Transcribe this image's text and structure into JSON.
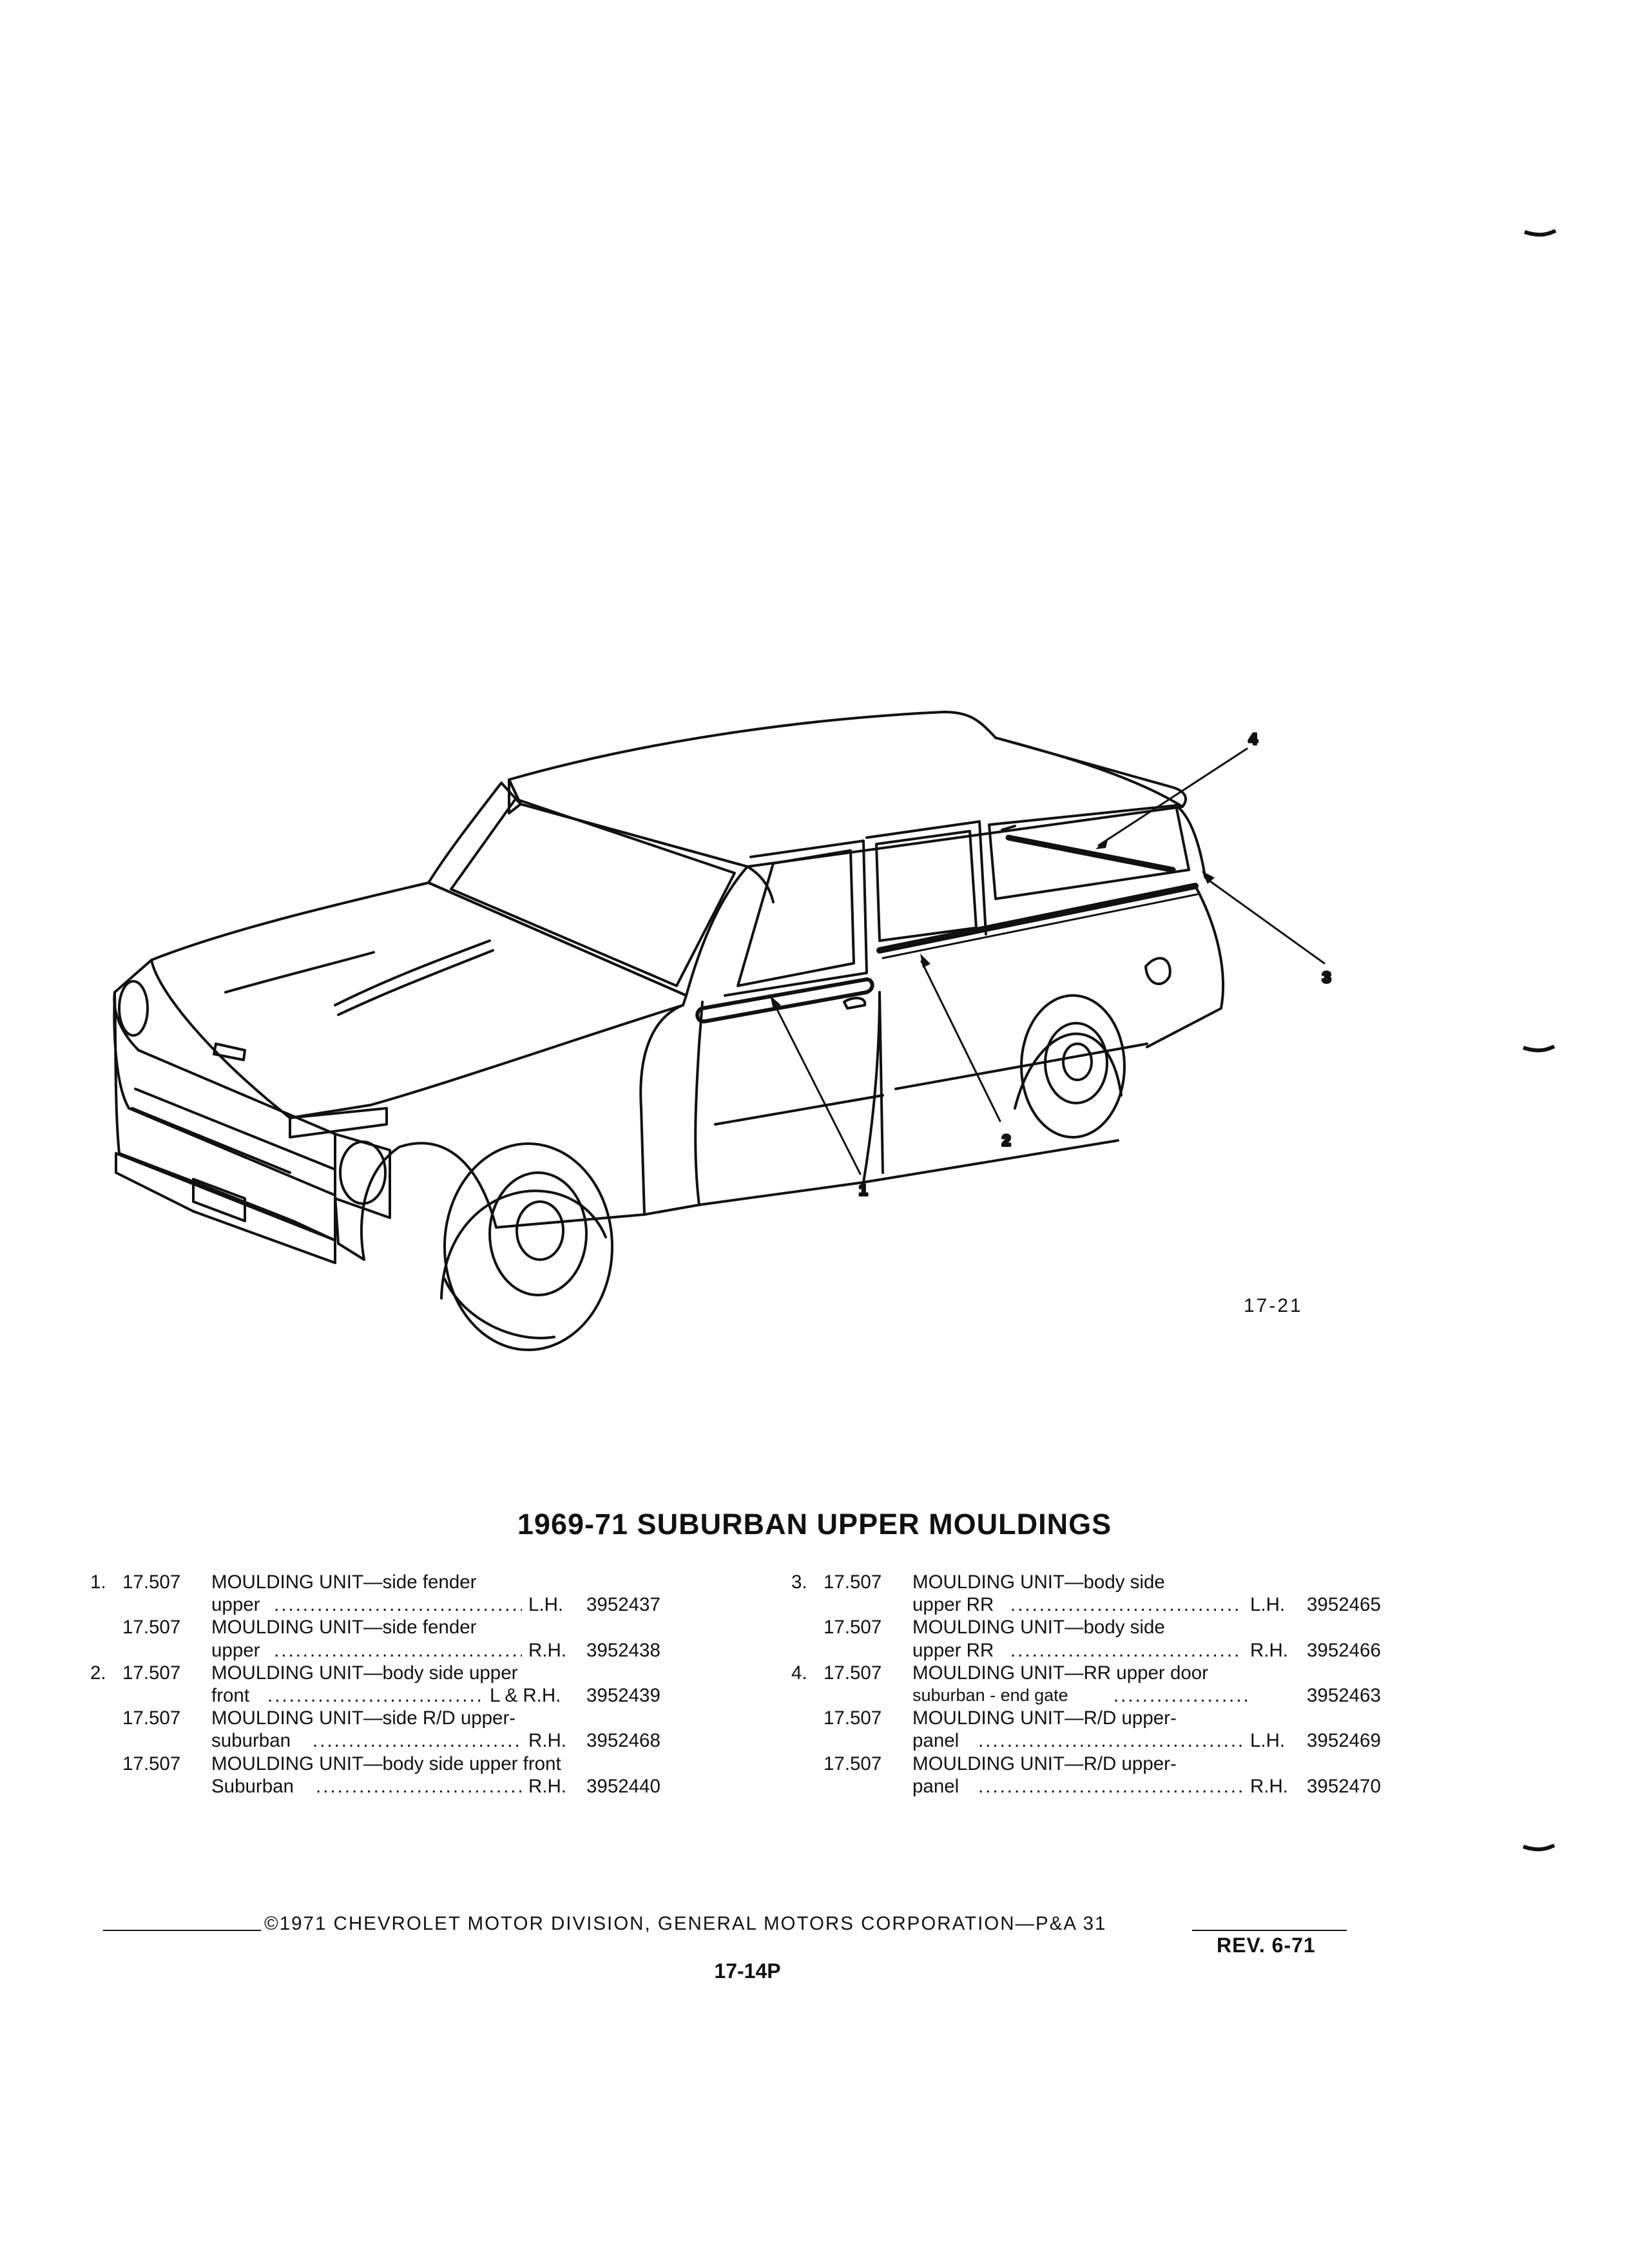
{
  "figure": {
    "callouts": [
      "1",
      "2",
      "3",
      "4"
    ],
    "ref": "17-21"
  },
  "title": "1969-71 SUBURBAN UPPER MOULDINGS",
  "left_column": [
    {
      "num": "1.",
      "group": "17.507",
      "desc": "MOULDING UNIT—side fender",
      "side": "",
      "part": ""
    },
    {
      "num": "",
      "group": "",
      "desc": "upper",
      "side": "L.H.",
      "part": "3952437"
    },
    {
      "num": "",
      "group": "17.507",
      "desc": "MOULDING UNIT—side fender",
      "side": "",
      "part": ""
    },
    {
      "num": "",
      "group": "",
      "desc": "upper",
      "side": "R.H.",
      "part": "3952438"
    },
    {
      "num": "2.",
      "group": "17.507",
      "desc": "MOULDING UNIT—body side upper",
      "side": "",
      "part": ""
    },
    {
      "num": "",
      "group": "",
      "desc": "front",
      "side": "L & R.H.",
      "part": "3952439"
    },
    {
      "num": "",
      "group": "17.507",
      "desc": "MOULDING UNIT—side R/D upper-",
      "side": "",
      "part": ""
    },
    {
      "num": "",
      "group": "",
      "desc": "suburban",
      "side": "R.H.",
      "part": "3952468"
    },
    {
      "num": "",
      "group": "17.507",
      "desc": "MOULDING UNIT—body side upper front",
      "side": "",
      "part": ""
    },
    {
      "num": "",
      "group": "",
      "desc": "Suburban",
      "side": "R.H.",
      "part": "3952440"
    }
  ],
  "right_column": [
    {
      "num": "3.",
      "group": "17.507",
      "desc": "MOULDING UNIT—body side",
      "side": "",
      "part": ""
    },
    {
      "num": "",
      "group": "",
      "desc": "upper RR",
      "side": "L.H.",
      "part": "3952465"
    },
    {
      "num": "",
      "group": "17.507",
      "desc": "MOULDING UNIT—body side",
      "side": "",
      "part": ""
    },
    {
      "num": "",
      "group": "",
      "desc": "upper RR",
      "side": "R.H.",
      "part": "3952466"
    },
    {
      "num": "4.",
      "group": "17.507",
      "desc": "MOULDING UNIT—RR upper door",
      "side": "",
      "part": ""
    },
    {
      "num": "",
      "group": "",
      "desc": "suburban - end gate",
      "side": "",
      "part": "3952463"
    },
    {
      "num": "",
      "group": "17.507",
      "desc": "MOULDING UNIT—R/D upper-",
      "side": "",
      "part": ""
    },
    {
      "num": "",
      "group": "",
      "desc": "panel",
      "side": "L.H.",
      "part": "3952469"
    },
    {
      "num": "",
      "group": "17.507",
      "desc": "MOULDING UNIT—R/D upper-",
      "side": "",
      "part": ""
    },
    {
      "num": "",
      "group": "",
      "desc": "panel",
      "side": "R.H.",
      "part": "3952470"
    }
  ],
  "footer": {
    "copyright": "©1971 CHEVROLET MOTOR DIVISION, GENERAL MOTORS CORPORATION—P&A 31",
    "revision": "REV. 6-71",
    "page": "17-14P"
  }
}
